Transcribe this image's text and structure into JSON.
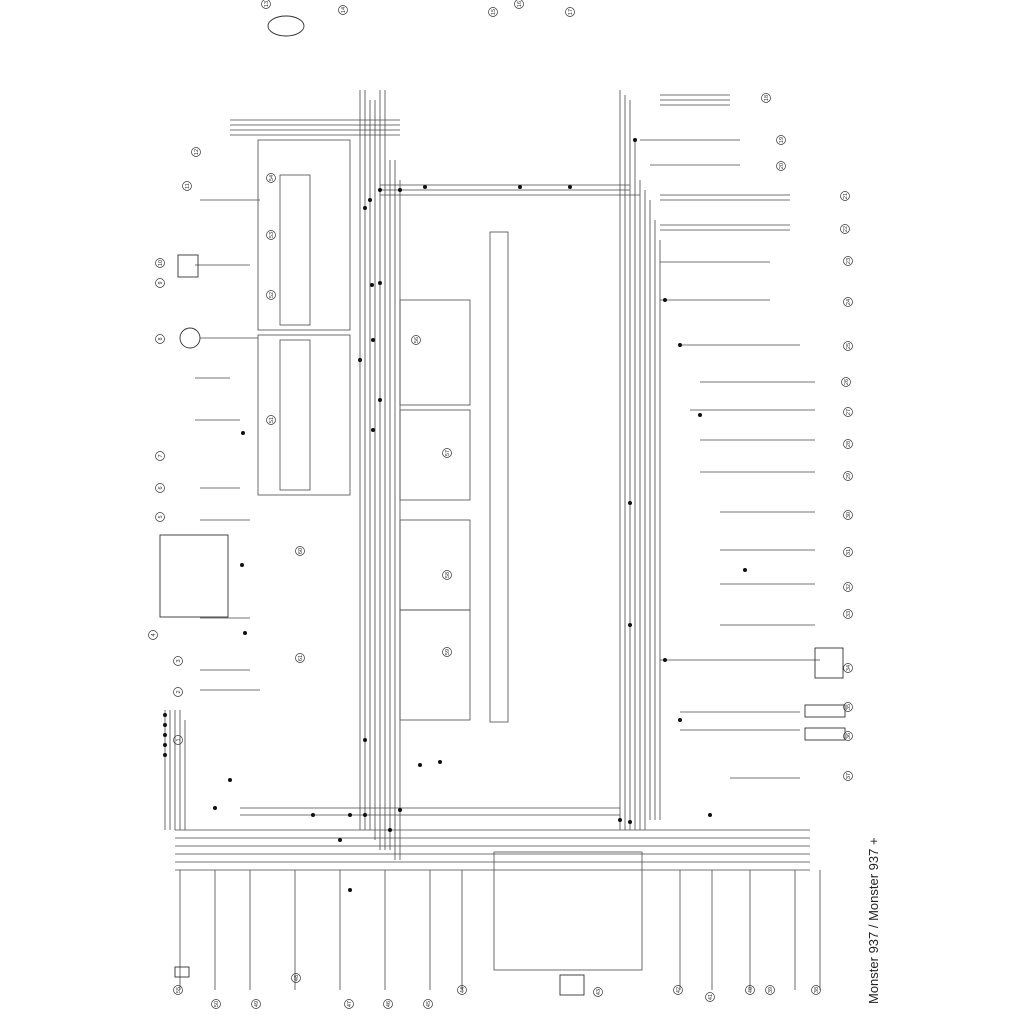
{
  "title": "Monster 937 / Monster 937 +",
  "component_numbers": {
    "left_column": [
      "12",
      "11",
      "10",
      "9",
      "8",
      "7",
      "6",
      "5",
      "4",
      "3",
      "2",
      "1"
    ],
    "top_row": [
      "13",
      "14",
      "15",
      "16",
      "17",
      "18"
    ],
    "right_column": [
      "19",
      "20",
      "21",
      "22",
      "23",
      "24",
      "25",
      "26",
      "27",
      "28",
      "29",
      "30",
      "31",
      "32",
      "33",
      "34",
      "35",
      "36",
      "37"
    ],
    "bottom_row": [
      "55",
      "50",
      "49",
      "48",
      "47",
      "46",
      "45",
      "44",
      "43",
      "42",
      "41",
      "40",
      "39",
      "38"
    ],
    "inner": [
      "54",
      "53",
      "52",
      "51",
      "56",
      "57",
      "58",
      "59",
      "60",
      "61"
    ]
  },
  "colors": {
    "line": "#4a4a4a",
    "node": "#111111",
    "background": "#ffffff"
  }
}
